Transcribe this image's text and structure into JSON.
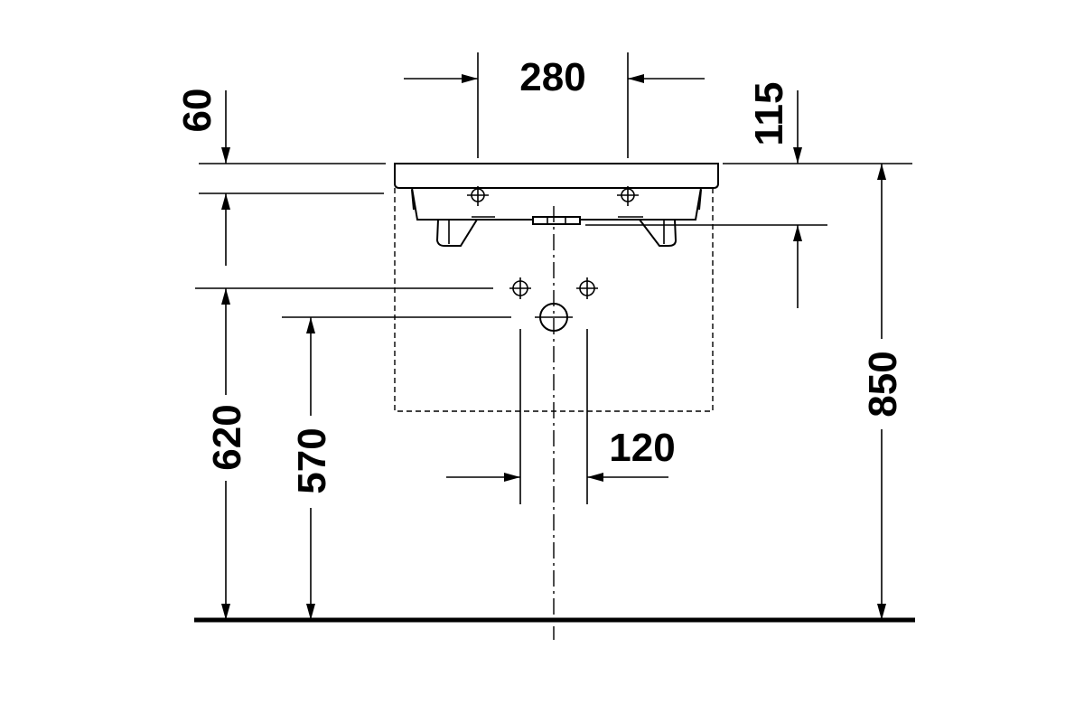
{
  "dimensions": {
    "tap_hole_spacing": "280",
    "rim_thickness": "60",
    "rim_to_overflow": "115",
    "supply_height": "620",
    "waste_height": "570",
    "supply_spacing": "120",
    "rim_height": "850"
  }
}
